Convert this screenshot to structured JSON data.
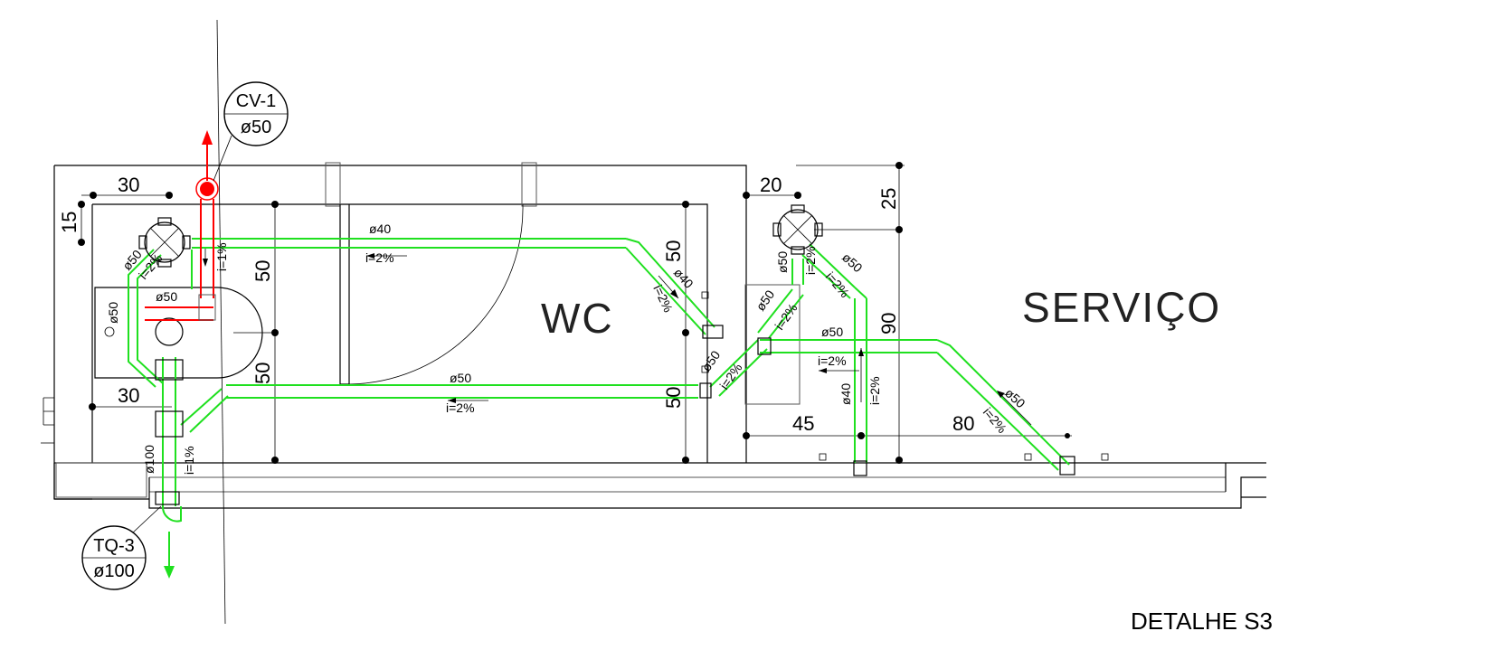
{
  "rooms": {
    "wc": "WC",
    "service": "SERVIÇO"
  },
  "tags": {
    "cv1": {
      "top": "CV-1",
      "bottom": "ø50"
    },
    "tq3": {
      "top": "TQ-3",
      "bottom": "ø100"
    }
  },
  "dimensions": {
    "d30_top": "30",
    "d15": "15",
    "d50_a": "50",
    "d50_b": "50",
    "d30_left": "30",
    "d20": "20",
    "d25": "25",
    "d50_right_top": "50",
    "d50_right_bot": "50",
    "d90": "90",
    "d45": "45",
    "d80": "80"
  },
  "pipe_labels": {
    "p40_top": "ø40",
    "i_top": "i=2%",
    "p50_mid": "ø50",
    "i_mid": "i=2%",
    "p40_diag": "ø40",
    "i_diag": "i=2%",
    "p50_serv": "ø50",
    "i_serv": "i=2%",
    "p40_vert": "ø40",
    "i_vert": "i=2%",
    "p50_diag2": "ø50",
    "i_diag2": "i=2%",
    "p50_left1": "ø50",
    "i_left1": "i=2%",
    "p50_left2": "ø50",
    "p50_left3": "ø50",
    "p50_left4": "ø50",
    "i_left2": "i=2%",
    "i_1pct_a": "i=1%",
    "i_1pct_b": "i=1%",
    "p100": "ø100",
    "p50_box1": "ø50",
    "i_box1": "i=2%",
    "p50_box2": "ø50",
    "i_box2": "i=2%",
    "p50_ring": "ø50",
    "i_ring": "i=2%"
  },
  "footer": {
    "title": "DETALHE S3"
  },
  "colors": {
    "pipe": "#1fe01f",
    "vent": "#ff0000"
  }
}
